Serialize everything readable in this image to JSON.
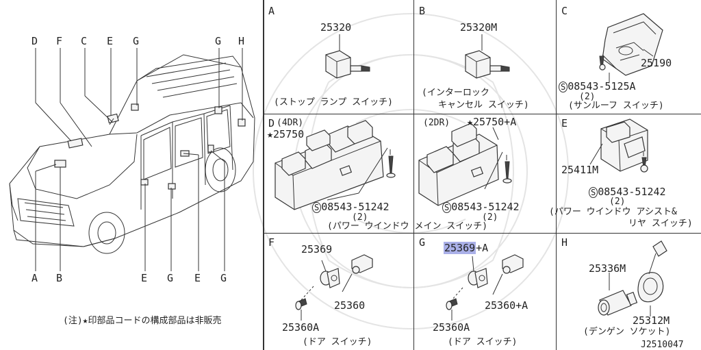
{
  "vehicle": {
    "top_labels": [
      "D",
      "F",
      "C",
      "E",
      "G",
      "G",
      "H"
    ],
    "bottom_labels": [
      "A",
      "B",
      "E",
      "G",
      "E",
      "G"
    ],
    "note": "(注)★印部品コードの構成部品は非販売"
  },
  "panels": {
    "A": {
      "letter": "A",
      "part": "25320",
      "caption": "(ストップ ランプ スイッチ)"
    },
    "B": {
      "letter": "B",
      "part": "25320M",
      "caption1": "(インターロック",
      "caption2": "キャンセル スイッチ)"
    },
    "C": {
      "letter": "C",
      "part": "25190",
      "bolt": "08543-5125A",
      "qty": "(2)",
      "caption": "(サンルーフ スイッチ)"
    },
    "D": {
      "letter": "D",
      "sub4": "(4DR)",
      "part4": "★25750",
      "sub2": "(2DR)",
      "part2": "★25750+A",
      "bolt": "08543-51242",
      "qty": "(2)",
      "caption": "(パワー ウインドウ メイン スイッチ)"
    },
    "E": {
      "letter": "E",
      "part": "25411M",
      "bolt": "08543-51242",
      "qty": "(2)",
      "caption1": "(パワー ウインドウ アシスト&",
      "caption2": "リヤ スイッチ)"
    },
    "F": {
      "letter": "F",
      "part_a": "25369",
      "part_b": "25360",
      "part_c": "25360A",
      "caption": "(ドア スイッチ)"
    },
    "G": {
      "letter": "G",
      "part_a": "25369",
      "part_a_suffix": "+A",
      "part_b": "25360+A",
      "part_c": "25360A",
      "caption": "(ドア スイッチ)"
    },
    "H": {
      "letter": "H",
      "part_a": "25336M",
      "part_b": "25312M",
      "caption": "(デンゲン ソケット)",
      "ref": "J2510047"
    }
  },
  "symbols": {
    "screw_mark": "S"
  },
  "colors": {
    "highlight": "#aab0e8",
    "line": "#333333",
    "background": "#ffffff"
  }
}
